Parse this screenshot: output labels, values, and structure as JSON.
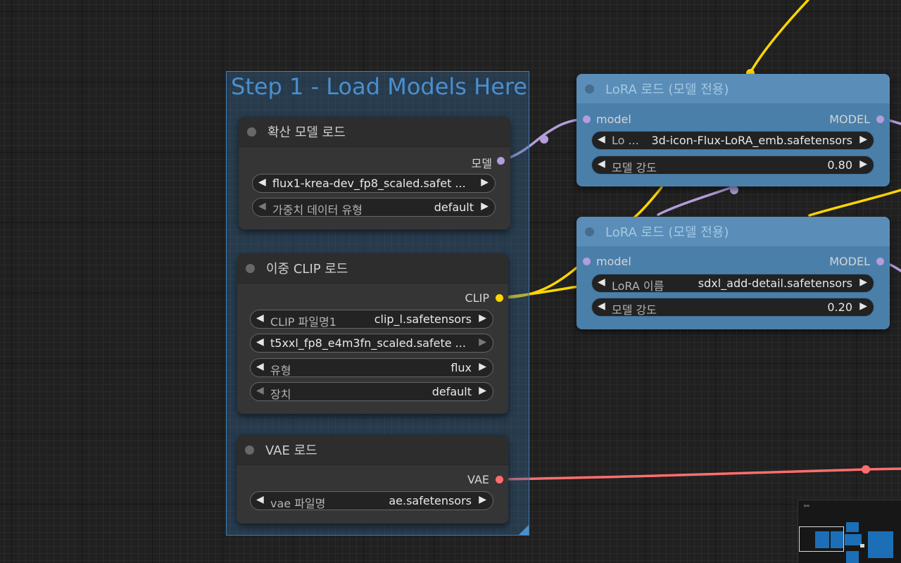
{
  "group": {
    "title": "Step 1 - Load Models Here"
  },
  "colors": {
    "model_link": "#b39ddb",
    "clip_link": "#ffd500",
    "vae_link": "#ff6e6e"
  },
  "nodes": {
    "unet_loader": {
      "title": "확산 모델 로드",
      "output": "모델",
      "widgets": [
        {
          "value": "flux1-krea-dev_fp8_scaled.safet  ..."
        },
        {
          "label": "가중치 데이터 유형",
          "value": "default"
        }
      ]
    },
    "dual_clip": {
      "title": "이중 CLIP 로드",
      "output": "CLIP",
      "widgets": [
        {
          "label": "CLIP 파일명1",
          "value": "clip_l.safetensors"
        },
        {
          "value": "t5xxl_fp8_e4m3fn_scaled.safete ..."
        },
        {
          "label": "유형",
          "value": "flux"
        },
        {
          "label": "장치",
          "value": "default"
        }
      ]
    },
    "vae_loader": {
      "title": "VAE 로드",
      "output": "VAE",
      "widgets": [
        {
          "label": "vae 파일명",
          "value": "ae.safetensors"
        }
      ]
    },
    "lora1": {
      "title": "LoRA 로드 (모델 전용)",
      "input": "model",
      "output": "MODEL",
      "widgets": [
        {
          "label": "Lo ...",
          "value": "3d-icon-Flux-LoRA_emb.safetensors"
        },
        {
          "label": "모델 강도",
          "value": "0.80"
        }
      ]
    },
    "lora2": {
      "title": "LoRA 로드 (모델 전용)",
      "input": "model",
      "output": "MODEL",
      "widgets": [
        {
          "label": "LoRA 이름",
          "value": "sdxl_add-detail.safetensors"
        },
        {
          "label": "모델 강도",
          "value": "0.20"
        }
      ]
    }
  },
  "minimap": {
    "icon": "link-icon"
  }
}
